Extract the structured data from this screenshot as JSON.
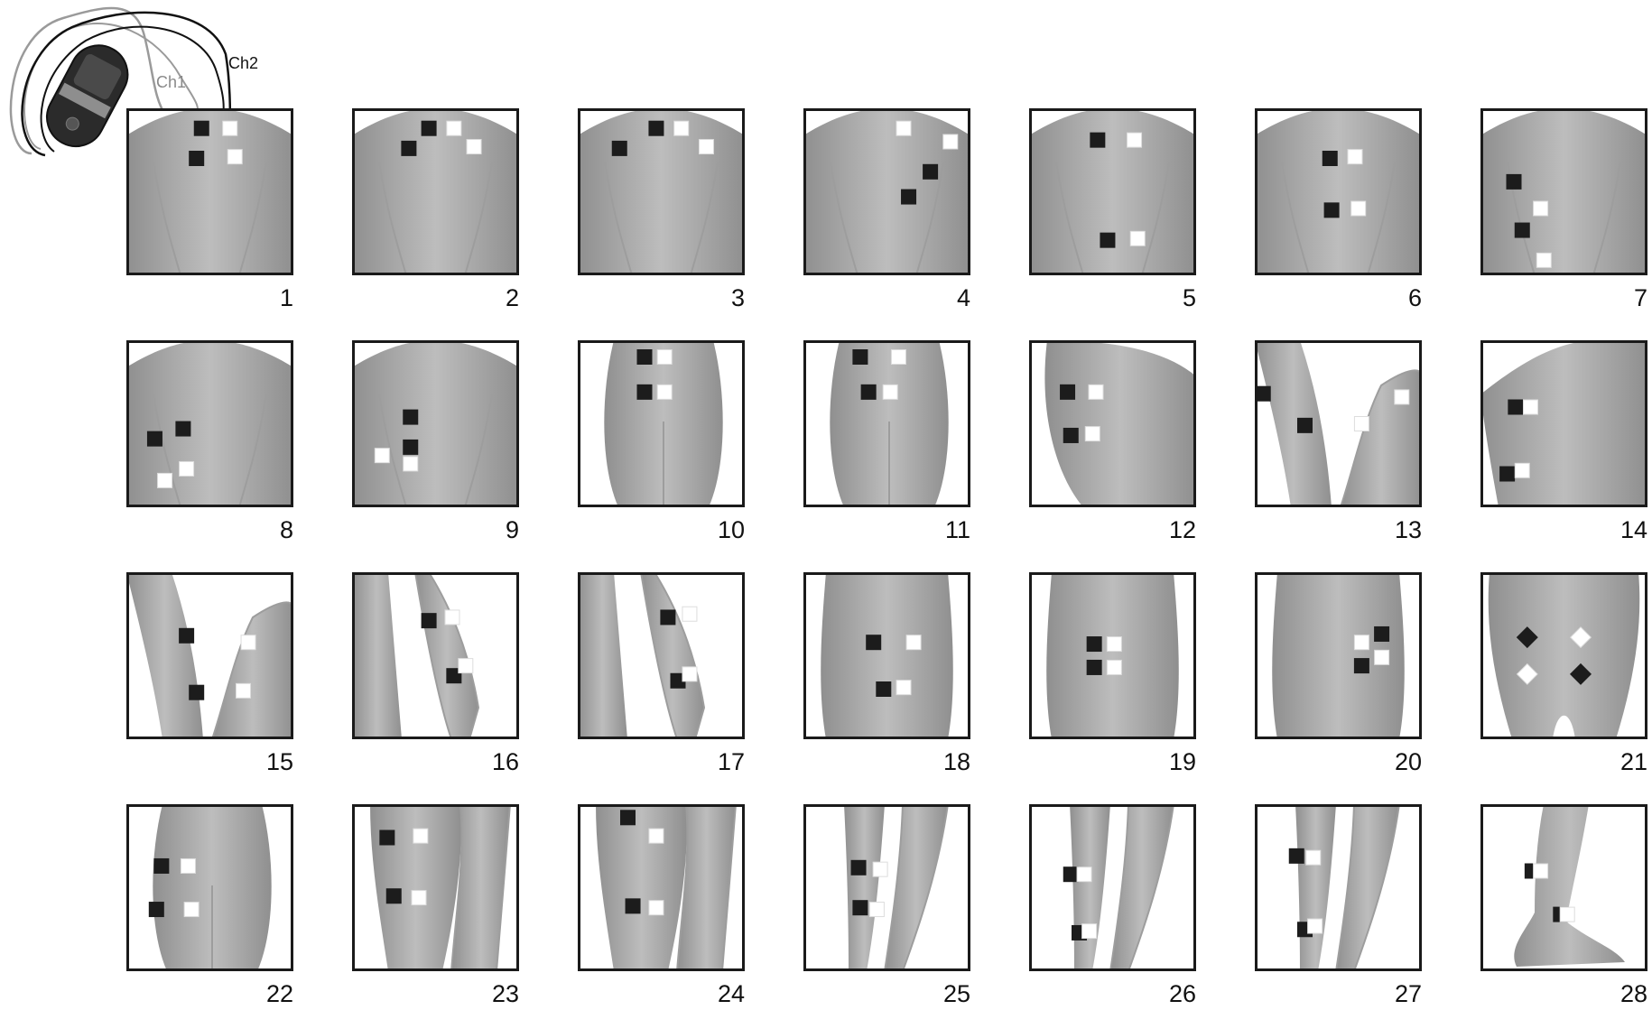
{
  "device": {
    "channel_1": "Ch1",
    "channel_2": "Ch2"
  },
  "placements": [
    {
      "number": "1",
      "view": "back",
      "electrodes": [
        [
          "b",
          0.45,
          0.12
        ],
        [
          "w",
          0.62,
          0.12
        ],
        [
          "b",
          0.42,
          0.3
        ],
        [
          "w",
          0.65,
          0.29
        ]
      ]
    },
    {
      "number": "2",
      "view": "back",
      "electrodes": [
        [
          "b",
          0.46,
          0.12
        ],
        [
          "w",
          0.61,
          0.12
        ],
        [
          "b",
          0.34,
          0.24
        ],
        [
          "w",
          0.73,
          0.23
        ]
      ]
    },
    {
      "number": "3",
      "view": "back",
      "electrodes": [
        [
          "b",
          0.47,
          0.12
        ],
        [
          "w",
          0.62,
          0.12
        ],
        [
          "b",
          0.25,
          0.24
        ],
        [
          "w",
          0.77,
          0.23
        ]
      ]
    },
    {
      "number": "4",
      "view": "back",
      "electrodes": [
        [
          "w",
          0.6,
          0.12
        ],
        [
          "w",
          0.88,
          0.2
        ],
        [
          "b",
          0.76,
          0.38
        ],
        [
          "b",
          0.63,
          0.53
        ]
      ]
    },
    {
      "number": "5",
      "view": "back",
      "electrodes": [
        [
          "b",
          0.41,
          0.19
        ],
        [
          "w",
          0.63,
          0.19
        ],
        [
          "b",
          0.47,
          0.79
        ],
        [
          "w",
          0.65,
          0.78
        ]
      ]
    },
    {
      "number": "6",
      "view": "back",
      "electrodes": [
        [
          "b",
          0.45,
          0.3
        ],
        [
          "w",
          0.6,
          0.29
        ],
        [
          "b",
          0.46,
          0.61
        ],
        [
          "w",
          0.62,
          0.6
        ]
      ]
    },
    {
      "number": "7",
      "view": "back",
      "electrodes": [
        [
          "b",
          0.2,
          0.44
        ],
        [
          "w",
          0.36,
          0.6
        ],
        [
          "b",
          0.25,
          0.73
        ],
        [
          "w",
          0.38,
          0.91
        ]
      ]
    },
    {
      "number": "8",
      "view": "back",
      "electrodes": [
        [
          "b",
          0.34,
          0.53
        ],
        [
          "b",
          0.17,
          0.59
        ],
        [
          "w",
          0.36,
          0.77
        ],
        [
          "w",
          0.23,
          0.84
        ]
      ]
    },
    {
      "number": "9",
      "view": "back",
      "electrodes": [
        [
          "b",
          0.35,
          0.46
        ],
        [
          "b",
          0.35,
          0.64
        ],
        [
          "w",
          0.18,
          0.69
        ],
        [
          "w",
          0.35,
          0.74
        ]
      ]
    },
    {
      "number": "10",
      "view": "buttocks",
      "electrodes": [
        [
          "b",
          0.4,
          0.1
        ],
        [
          "w",
          0.52,
          0.1
        ],
        [
          "b",
          0.4,
          0.31
        ],
        [
          "w",
          0.52,
          0.31
        ]
      ]
    },
    {
      "number": "11",
      "view": "buttocks",
      "electrodes": [
        [
          "b",
          0.34,
          0.1
        ],
        [
          "w",
          0.57,
          0.1
        ],
        [
          "b",
          0.39,
          0.31
        ],
        [
          "w",
          0.52,
          0.31
        ]
      ]
    },
    {
      "number": "12",
      "view": "shoulder",
      "electrodes": [
        [
          "b",
          0.23,
          0.31
        ],
        [
          "w",
          0.4,
          0.31
        ],
        [
          "b",
          0.25,
          0.57
        ],
        [
          "w",
          0.38,
          0.56
        ]
      ]
    },
    {
      "number": "13",
      "view": "arms",
      "electrodes": [
        [
          "b",
          0.05,
          0.32
        ],
        [
          "b",
          0.3,
          0.51
        ],
        [
          "w",
          0.88,
          0.34
        ],
        [
          "w",
          0.64,
          0.5
        ]
      ]
    },
    {
      "number": "14",
      "view": "chest",
      "electrodes": [
        [
          "b",
          0.21,
          0.4
        ],
        [
          "w",
          0.3,
          0.4
        ],
        [
          "b",
          0.16,
          0.8
        ],
        [
          "w",
          0.25,
          0.78
        ]
      ]
    },
    {
      "number": "15",
      "view": "arms",
      "electrodes": [
        [
          "b",
          0.36,
          0.38
        ],
        [
          "w",
          0.73,
          0.42
        ],
        [
          "b",
          0.42,
          0.72
        ],
        [
          "w",
          0.7,
          0.71
        ]
      ]
    },
    {
      "number": "16",
      "view": "forearm",
      "electrodes": [
        [
          "b",
          0.46,
          0.29
        ],
        [
          "w",
          0.6,
          0.27
        ],
        [
          "b",
          0.61,
          0.62
        ],
        [
          "w",
          0.68,
          0.56
        ]
      ]
    },
    {
      "number": "17",
      "view": "forearm",
      "electrodes": [
        [
          "b",
          0.54,
          0.27
        ],
        [
          "w",
          0.67,
          0.25
        ],
        [
          "b",
          0.6,
          0.65
        ],
        [
          "w",
          0.67,
          0.61
        ]
      ]
    },
    {
      "number": "18",
      "view": "abdomen",
      "electrodes": [
        [
          "b",
          0.42,
          0.42
        ],
        [
          "w",
          0.66,
          0.42
        ],
        [
          "b",
          0.48,
          0.7
        ],
        [
          "w",
          0.6,
          0.69
        ]
      ]
    },
    {
      "number": "19",
      "view": "abdomen",
      "electrodes": [
        [
          "b",
          0.39,
          0.43
        ],
        [
          "w",
          0.51,
          0.43
        ],
        [
          "b",
          0.39,
          0.57
        ],
        [
          "w",
          0.51,
          0.57
        ]
      ]
    },
    {
      "number": "20",
      "view": "abdomen",
      "electrodes": [
        [
          "w",
          0.64,
          0.42
        ],
        [
          "b",
          0.76,
          0.37
        ],
        [
          "b",
          0.64,
          0.56
        ],
        [
          "w",
          0.76,
          0.51
        ]
      ]
    },
    {
      "number": "21",
      "view": "pelvis",
      "electrodes": [
        [
          "db",
          0.28,
          0.39
        ],
        [
          "dw",
          0.6,
          0.39
        ],
        [
          "dw",
          0.28,
          0.61
        ],
        [
          "db",
          0.6,
          0.61
        ]
      ]
    },
    {
      "number": "22",
      "view": "buttocks",
      "electrodes": [
        [
          "b",
          0.21,
          0.37
        ],
        [
          "w",
          0.37,
          0.37
        ],
        [
          "b",
          0.18,
          0.63
        ],
        [
          "w",
          0.39,
          0.63
        ]
      ]
    },
    {
      "number": "23",
      "view": "thigh",
      "electrodes": [
        [
          "b",
          0.21,
          0.2
        ],
        [
          "w",
          0.41,
          0.19
        ],
        [
          "b",
          0.25,
          0.55
        ],
        [
          "w",
          0.4,
          0.56
        ]
      ]
    },
    {
      "number": "24",
      "view": "thigh",
      "electrodes": [
        [
          "b",
          0.3,
          0.08
        ],
        [
          "w",
          0.47,
          0.19
        ],
        [
          "b",
          0.33,
          0.61
        ],
        [
          "w",
          0.47,
          0.62
        ]
      ]
    },
    {
      "number": "25",
      "view": "legs",
      "electrodes": [
        [
          "b",
          0.33,
          0.38
        ],
        [
          "w",
          0.46,
          0.39
        ],
        [
          "b",
          0.34,
          0.62
        ],
        [
          "w",
          0.44,
          0.63
        ]
      ]
    },
    {
      "number": "26",
      "view": "legs",
      "electrodes": [
        [
          "b",
          0.25,
          0.42
        ],
        [
          "w",
          0.33,
          0.42
        ],
        [
          "b",
          0.3,
          0.77
        ],
        [
          "w",
          0.36,
          0.76
        ]
      ]
    },
    {
      "number": "27",
      "view": "legs",
      "electrodes": [
        [
          "b",
          0.25,
          0.31
        ],
        [
          "w",
          0.35,
          0.32
        ],
        [
          "b",
          0.3,
          0.75
        ],
        [
          "w",
          0.36,
          0.73
        ]
      ]
    },
    {
      "number": "28",
      "view": "ankle",
      "electrodes": [
        [
          "b",
          0.31,
          0.4
        ],
        [
          "w",
          0.36,
          0.4
        ],
        [
          "b",
          0.48,
          0.66
        ],
        [
          "w",
          0.52,
          0.66
        ]
      ]
    }
  ]
}
